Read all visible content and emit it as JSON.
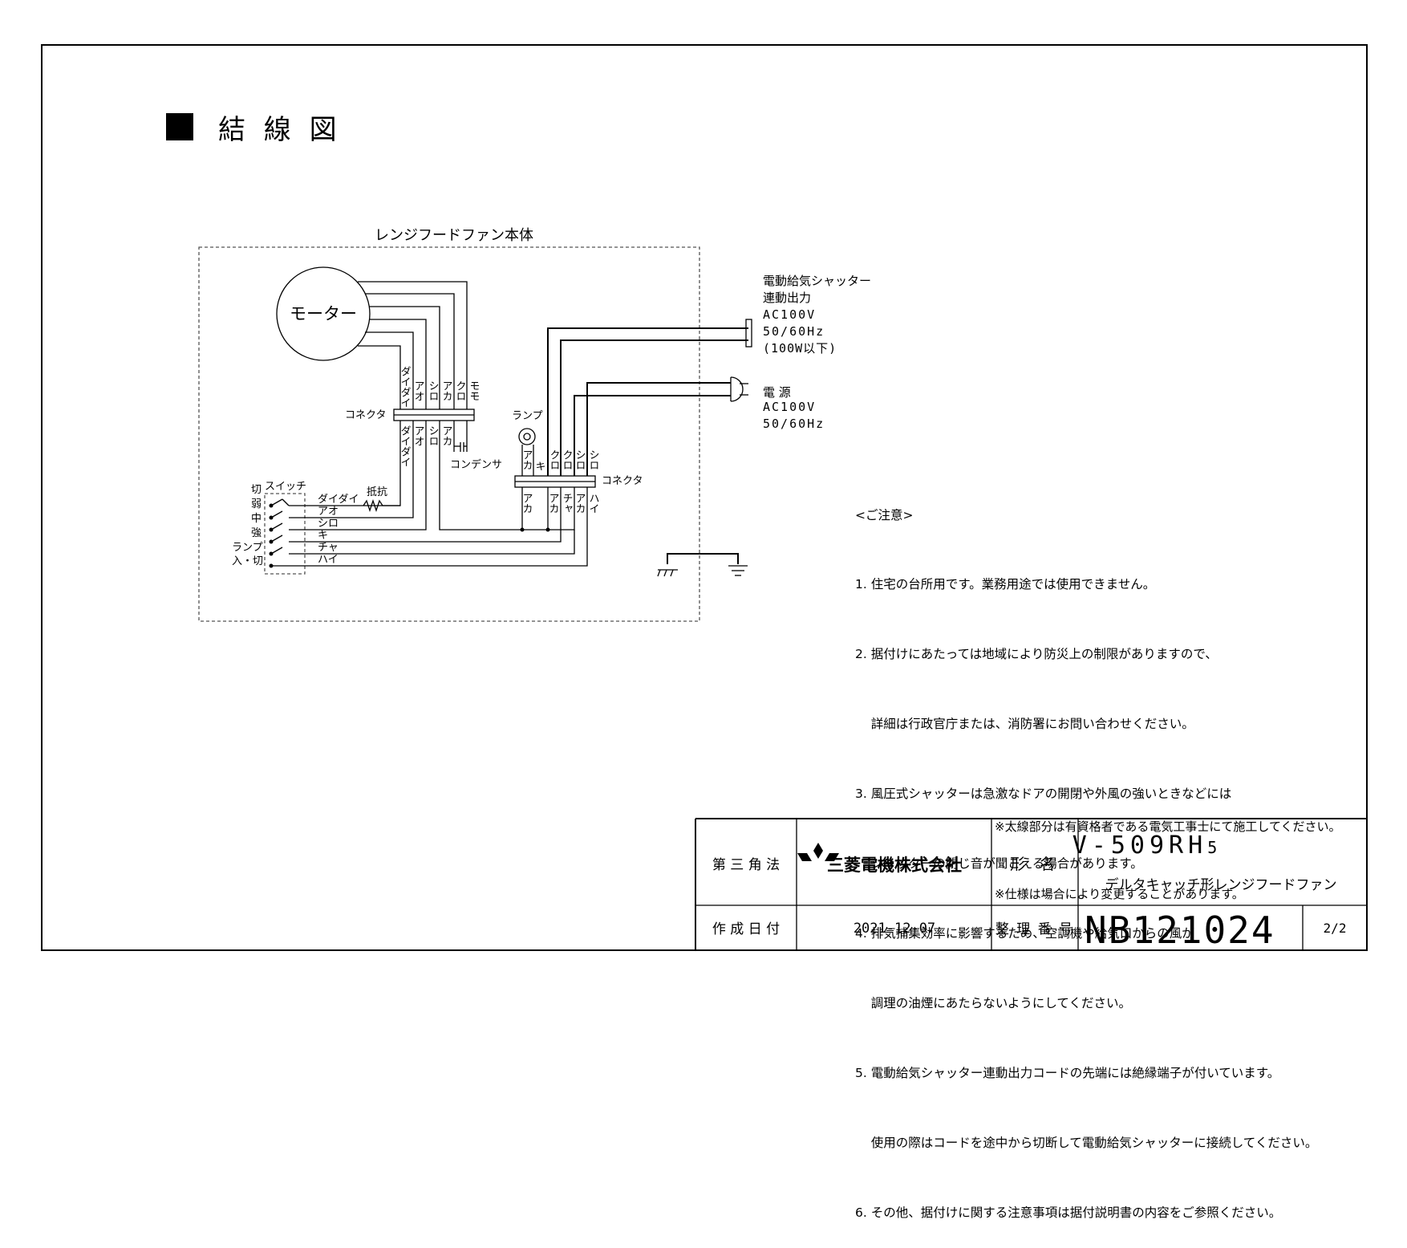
{
  "title": "結 線 図",
  "unit_label": "レンジフードファン本体",
  "motor_label": "モーター",
  "connector_label": "コネクタ",
  "lamp_label": "ランプ",
  "capacitor_label": "コンデンサ",
  "resistor_label": "抵抗",
  "switch": {
    "title": "スイッチ",
    "positions": [
      "切",
      "弱",
      "中",
      "強"
    ],
    "lamp_on_off": [
      "ランプ",
      "入・切"
    ]
  },
  "motor_wires_top": [
    "ダイダイ",
    "アオ",
    "シロ",
    "アカ",
    "クロ",
    "モモ"
  ],
  "motor_wires_bottom": [
    "ダイダイ",
    "アオ",
    "シロ",
    "アカ"
  ],
  "lamp_conn_top": [
    "アカ",
    "キ",
    "クロ",
    "クロ",
    "シロ",
    "シロ"
  ],
  "lamp_conn_bottom": [
    "アカ",
    "アカ",
    "チャ",
    "アカ",
    "ハイ"
  ],
  "switch_wires": [
    "ダイダイ",
    "アオ",
    "シロ",
    "キ",
    "チャ",
    "ハイ"
  ],
  "shutter_output": [
    "電動給気シャッター",
    "連動出力",
    "AC100V",
    "50/60Hz",
    "(100W以下)"
  ],
  "power": [
    "電 源",
    "AC100V",
    "50/60Hz"
  ],
  "notes_title": "<ご注意>",
  "notes": [
    "1. 住宅の台所用です。業務用途では使用できません。",
    "2. 据付けにあたっては地域により防災上の制限がありますので、",
    "    詳細は行政官庁または、消防署にお問い合わせください。",
    "3. 風圧式シャッターは急激なドアの開閉や外風の強いときなどには",
    "    シャッターの閉じ音が聞こえる場合があります。",
    "4. 排気捕集効率に影響するため、空調機や給気口からの風が",
    "    調理の油煙にあたらないようにしてください。",
    "5. 電動給気シャッター連動出力コードの先端には絶縁端子が付いています。",
    "    使用の際はコードを途中から切断して電動給気シャッターに接続してください。",
    "6. その他、据付けに関する注意事項は据付説明書の内容をご参照ください。"
  ],
  "footnotes": [
    "※太線部分は有資格者である電気工事士にて施工してください。",
    "※仕様は場合により変更することがあります。"
  ],
  "title_block": {
    "projection": "第 三 角 法",
    "company": "三菱電機株式会社",
    "model_label": "形 名",
    "model": "V-509RH",
    "model_sub": "5",
    "product_name": "デルタキャッチ形レンジフードファン",
    "date_label": "作 成 日 付",
    "date": "2021-12-07",
    "doc_no_label": "整 理 番 号",
    "doc_no": "NB121024",
    "page": "2/2"
  }
}
